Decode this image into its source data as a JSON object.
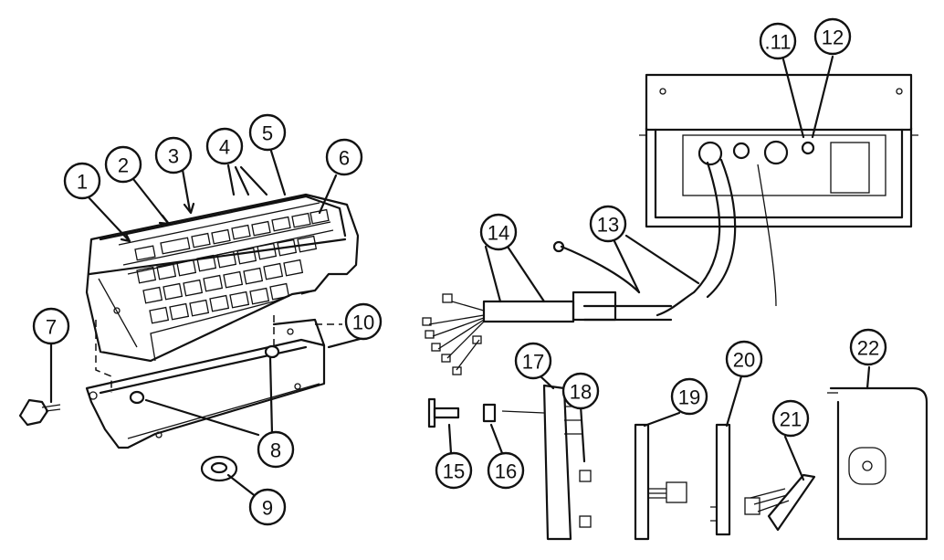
{
  "callouts": [
    {
      "id": "c1",
      "label": "1"
    },
    {
      "id": "c2",
      "label": "2"
    },
    {
      "id": "c3",
      "label": "3"
    },
    {
      "id": "c4",
      "label": "4"
    },
    {
      "id": "c5",
      "label": "5"
    },
    {
      "id": "c6",
      "label": "6"
    },
    {
      "id": "c7",
      "label": "7"
    },
    {
      "id": "c8",
      "label": "8"
    },
    {
      "id": "c9",
      "label": "9"
    },
    {
      "id": "c10",
      "label": "10"
    },
    {
      "id": "c11",
      "label": ".11"
    },
    {
      "id": "c12",
      "label": "12"
    },
    {
      "id": "c13",
      "label": "13"
    },
    {
      "id": "c14",
      "label": "14"
    },
    {
      "id": "c15",
      "label": "15"
    },
    {
      "id": "c16",
      "label": "16"
    },
    {
      "id": "c17",
      "label": "17"
    },
    {
      "id": "c18",
      "label": "18"
    },
    {
      "id": "c19",
      "label": "19"
    },
    {
      "id": "c20",
      "label": "20"
    },
    {
      "id": "c21",
      "label": "21"
    },
    {
      "id": "c22",
      "label": "22"
    }
  ]
}
